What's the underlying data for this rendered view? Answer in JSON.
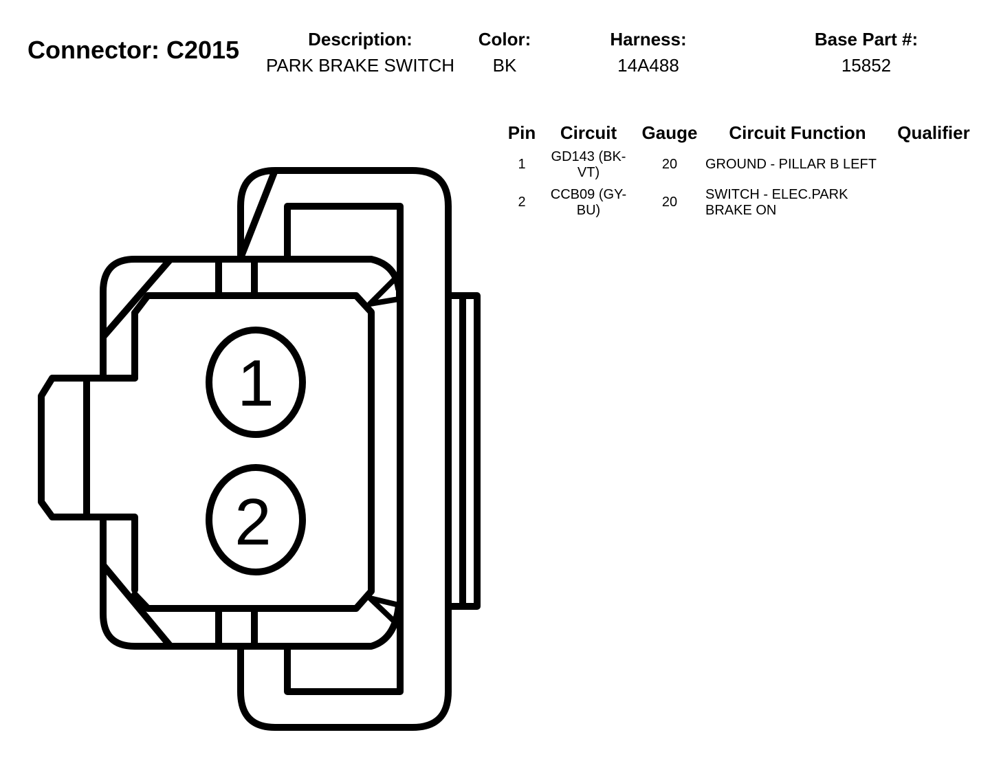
{
  "connector": {
    "label": "Connector: C2015"
  },
  "header": {
    "description": {
      "label": "Description:",
      "value": "PARK BRAKE SWITCH"
    },
    "color": {
      "label": "Color:",
      "value": "BK"
    },
    "harness": {
      "label": "Harness:",
      "value": "14A488"
    },
    "base_part": {
      "label": "Base Part #:",
      "value": "15852"
    }
  },
  "table": {
    "columns": [
      "Pin",
      "Circuit",
      "Gauge",
      "Circuit Function",
      "Qualifier"
    ],
    "rows": [
      {
        "pin": "1",
        "circuit_l1": "GD143 (BK-",
        "circuit_l2": "VT)",
        "gauge": "20",
        "function_l1": "GROUND - PILLAR B LEFT",
        "function_l2": "",
        "qualifier": ""
      },
      {
        "pin": "2",
        "circuit_l1": "CCB09 (GY-",
        "circuit_l2": "BU)",
        "gauge": "20",
        "function_l1": "SWITCH - ELEC.PARK",
        "function_l2": "BRAKE ON",
        "qualifier": ""
      }
    ]
  },
  "diagram": {
    "pins": [
      "1",
      "2"
    ]
  }
}
